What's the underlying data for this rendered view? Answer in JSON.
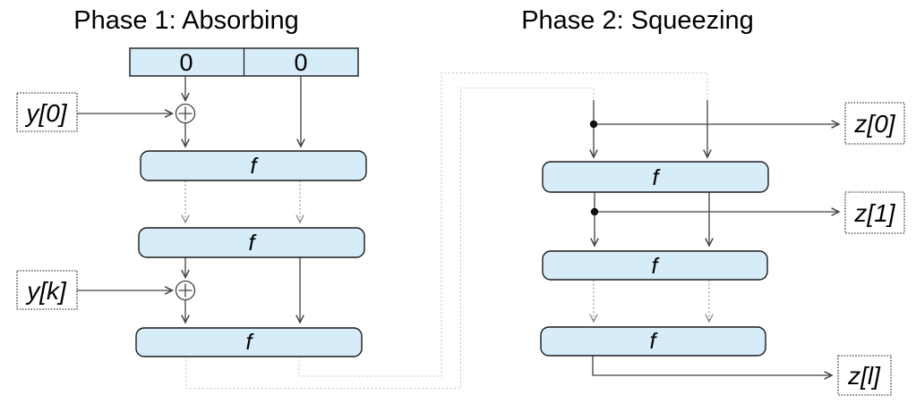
{
  "titles": {
    "phase1": "Phase 1: Absorbing",
    "phase2": "Phase 2: Squeezing"
  },
  "state_register": {
    "cells": [
      "0",
      "0"
    ]
  },
  "function_label": "f",
  "inputs": {
    "y0": "y[0]",
    "yk": "y[k]"
  },
  "outputs": {
    "z0": "z[0]",
    "z1": "z[1]",
    "zl": "z[l]"
  },
  "symbols": {
    "xor": "plus-in-circle"
  },
  "colors": {
    "box_fill": "#d6ecf8",
    "box_stroke": "#1a1a1a",
    "arrow": "#404040",
    "dotted_arrow": "#8c8c8c",
    "feedback_line": "#c7c7c7",
    "text": "#000000"
  }
}
